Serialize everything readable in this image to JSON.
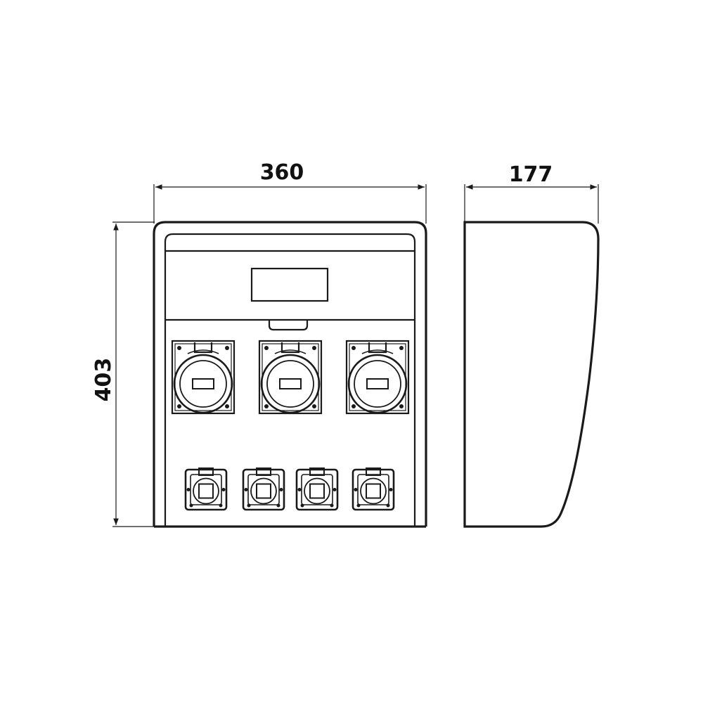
{
  "drawing": {
    "colors": {
      "line": "#1a1a1a",
      "background": "#ffffff"
    },
    "dimensions": {
      "width": "360",
      "depth": "177",
      "height": "403"
    },
    "components": {
      "large_sockets": 3,
      "small_sockets": 4
    }
  }
}
